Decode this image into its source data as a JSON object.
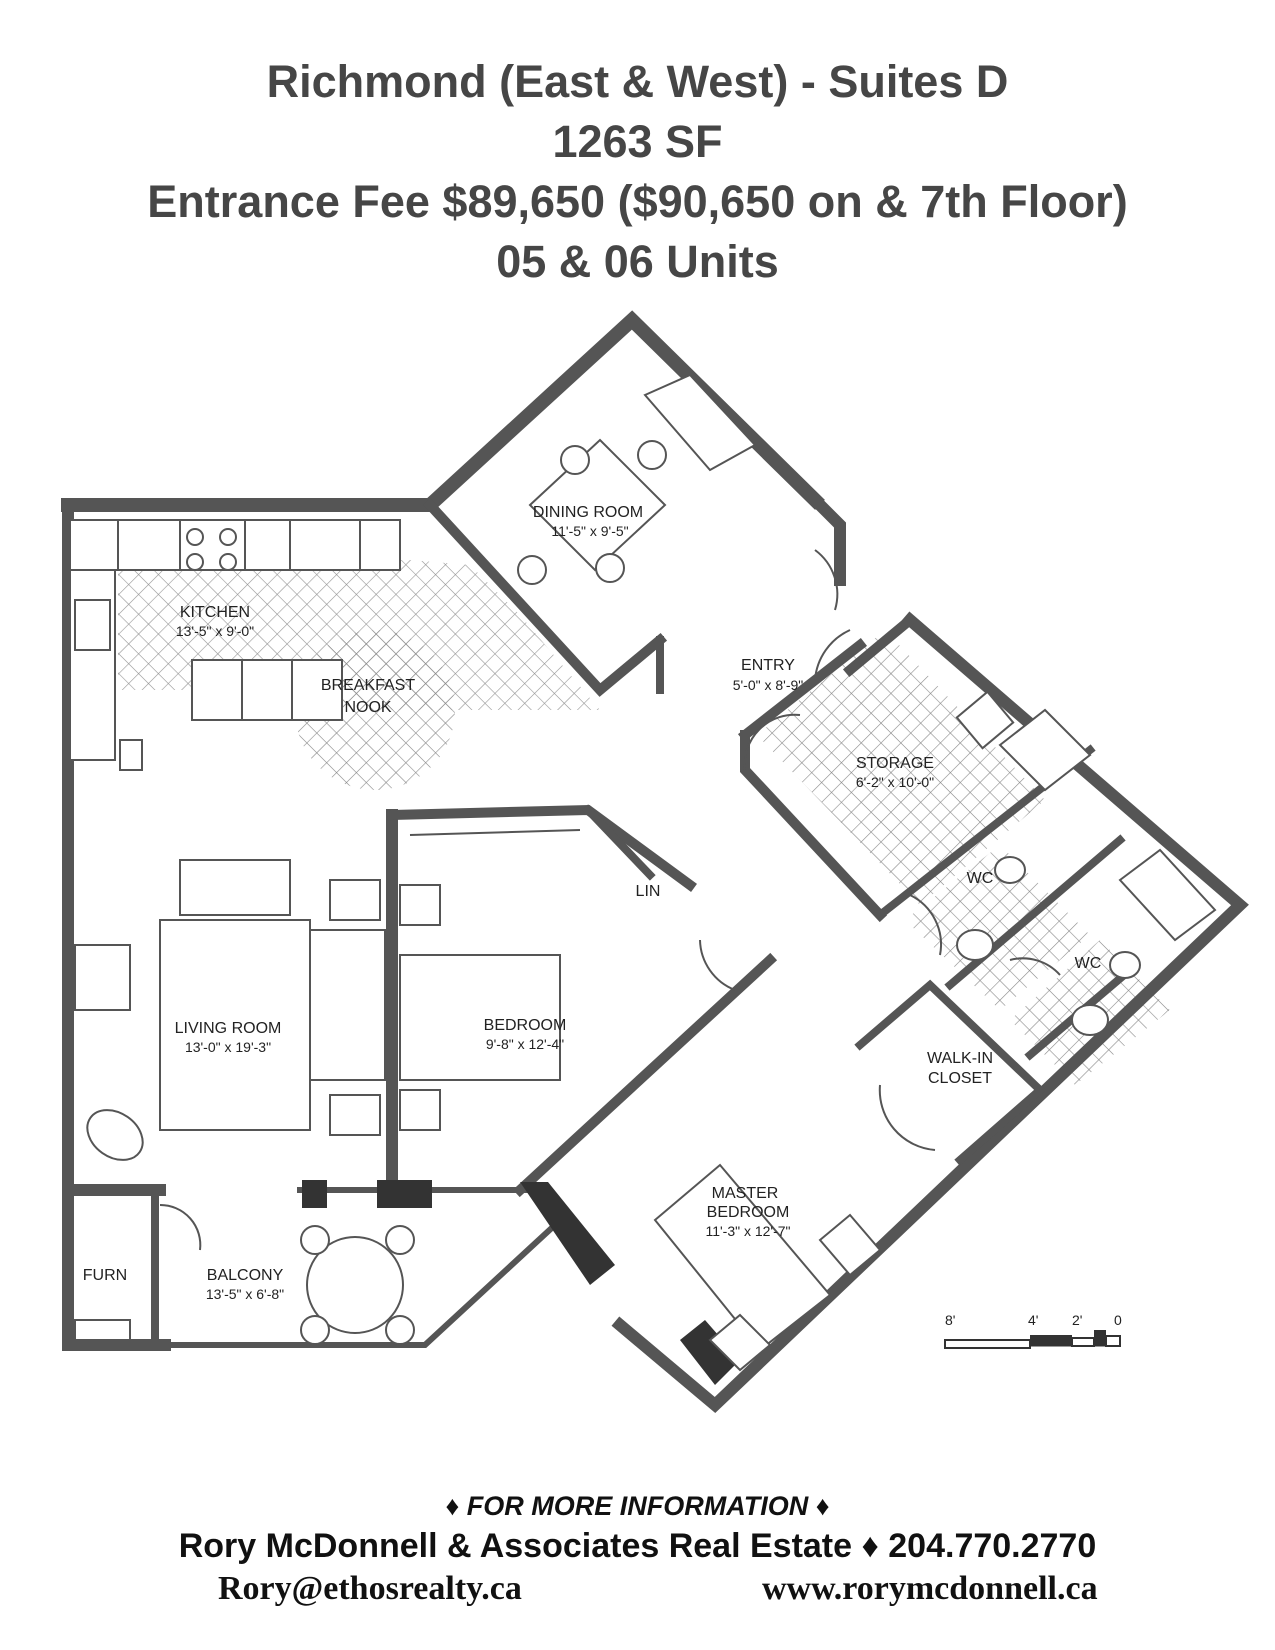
{
  "header": {
    "line1": "Richmond (East & West) - Suites D",
    "line2": "1263 SF",
    "line3": "Entrance Fee $89,650 ($90,650 on & 7th Floor)",
    "line4": "05 & 06 Units"
  },
  "rooms": {
    "dining": {
      "name": "DINING ROOM",
      "dims": "11'-5\" x 9'-5\""
    },
    "kitchen": {
      "name": "KITCHEN",
      "dims": "13'-5\" x 9'-0\""
    },
    "nook": {
      "name1": "BREAKFAST",
      "name2": "NOOK"
    },
    "entry": {
      "name": "ENTRY",
      "dims": "5'-0\" x 8'-9\""
    },
    "storage": {
      "name": "STORAGE",
      "dims": "6'-2\" x 10'-0\""
    },
    "lin": {
      "name": "LIN"
    },
    "wc1": {
      "name": "WC"
    },
    "wc2": {
      "name": "WC"
    },
    "living": {
      "name": "LIVING ROOM",
      "dims": "13'-0\" x 19'-3\""
    },
    "bedroom": {
      "name": "BEDROOM",
      "dims": "9'-8\" x 12'-4\""
    },
    "walkin": {
      "name1": "WALK-IN",
      "name2": "CLOSET"
    },
    "master": {
      "name1": "MASTER",
      "name2": "BEDROOM",
      "dims": "11'-3\" x 12'-7\""
    },
    "furn": {
      "name": "FURN"
    },
    "balcony": {
      "name": "BALCONY",
      "dims": "13'-5\" x 6'-8\""
    }
  },
  "scale": {
    "t8": "8'",
    "t4": "4'",
    "t2": "2'",
    "t0": "0"
  },
  "footer": {
    "info": "♦ FOR MORE INFORMATION ♦",
    "company": "Rory McDonnell & Associates Real Estate ♦ 204.770.2770",
    "email": "Rory@ethosrealty.ca",
    "website": "www.rorymcdonnell.ca"
  },
  "colors": {
    "wall": "#555555",
    "text": "#464646",
    "hatch": "#888888"
  }
}
